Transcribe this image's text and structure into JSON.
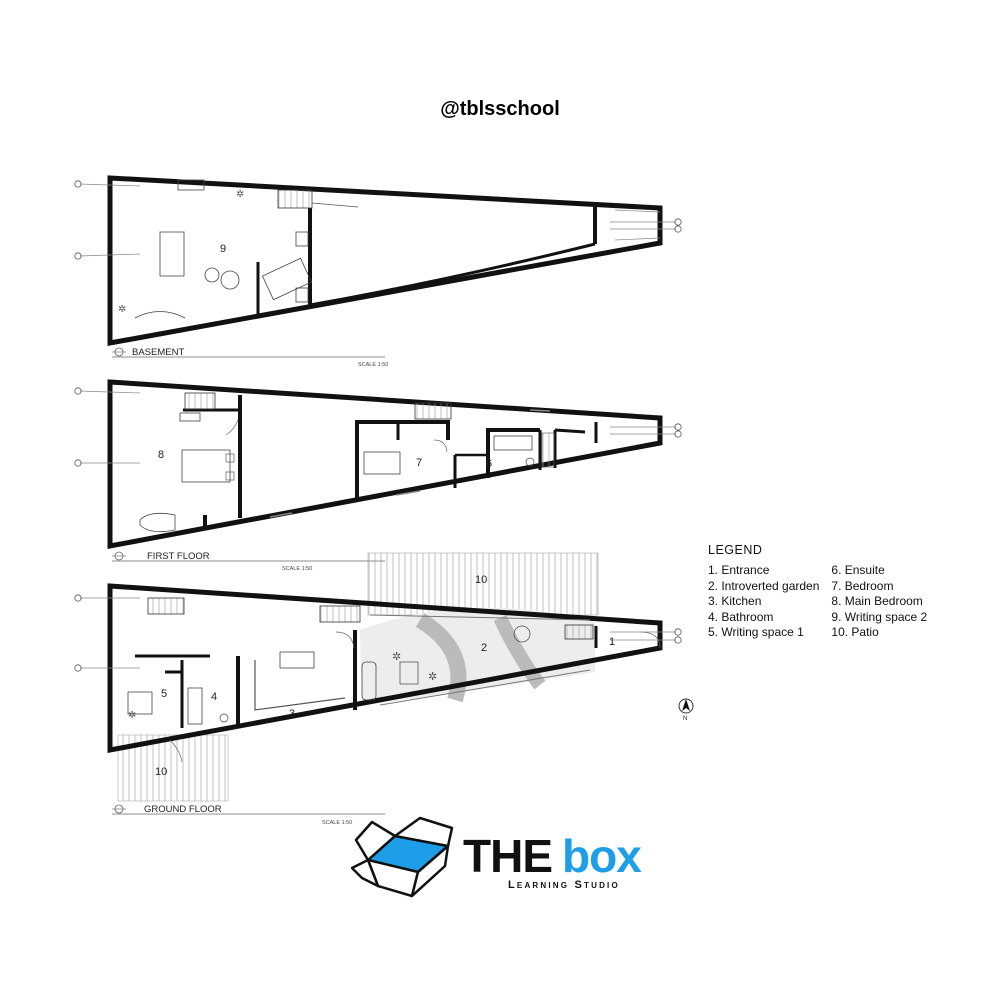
{
  "header": {
    "handle": "@tblsschool"
  },
  "floors": [
    {
      "label": "BASEMENT",
      "scale": "SCALE 1:50",
      "rooms": [
        {
          "number": "9"
        }
      ]
    },
    {
      "label": "FIRST FLOOR",
      "scale": "SCALE 1:50",
      "rooms": [
        {
          "number": "8"
        },
        {
          "number": "7"
        },
        {
          "number": "6"
        }
      ]
    },
    {
      "label": "GROUND FLOOR",
      "scale": "SCALE 1:50",
      "rooms": [
        {
          "number": "5"
        },
        {
          "number": "4"
        },
        {
          "number": "3"
        },
        {
          "number": "2"
        },
        {
          "number": "1"
        },
        {
          "number": "10"
        },
        {
          "number": "10"
        }
      ]
    }
  ],
  "legend": {
    "title": "LEGEND",
    "left": [
      "1. Entrance",
      "2. Introverted garden",
      "3. Kitchen",
      "4. Bathroom",
      "5. Writing space 1"
    ],
    "right": [
      "6. Ensuite",
      "7. Bedroom",
      "8. Main Bedroom",
      "9. Writing space 2",
      "10. Patio"
    ]
  },
  "north": {
    "label": "N"
  },
  "logo": {
    "title_a": "THE",
    "title_b": "box",
    "subtitle": "Learning Studio"
  },
  "colors": {
    "wall": "#111111",
    "accent": "#1e9ee8",
    "garden": "#d9d9d9"
  }
}
